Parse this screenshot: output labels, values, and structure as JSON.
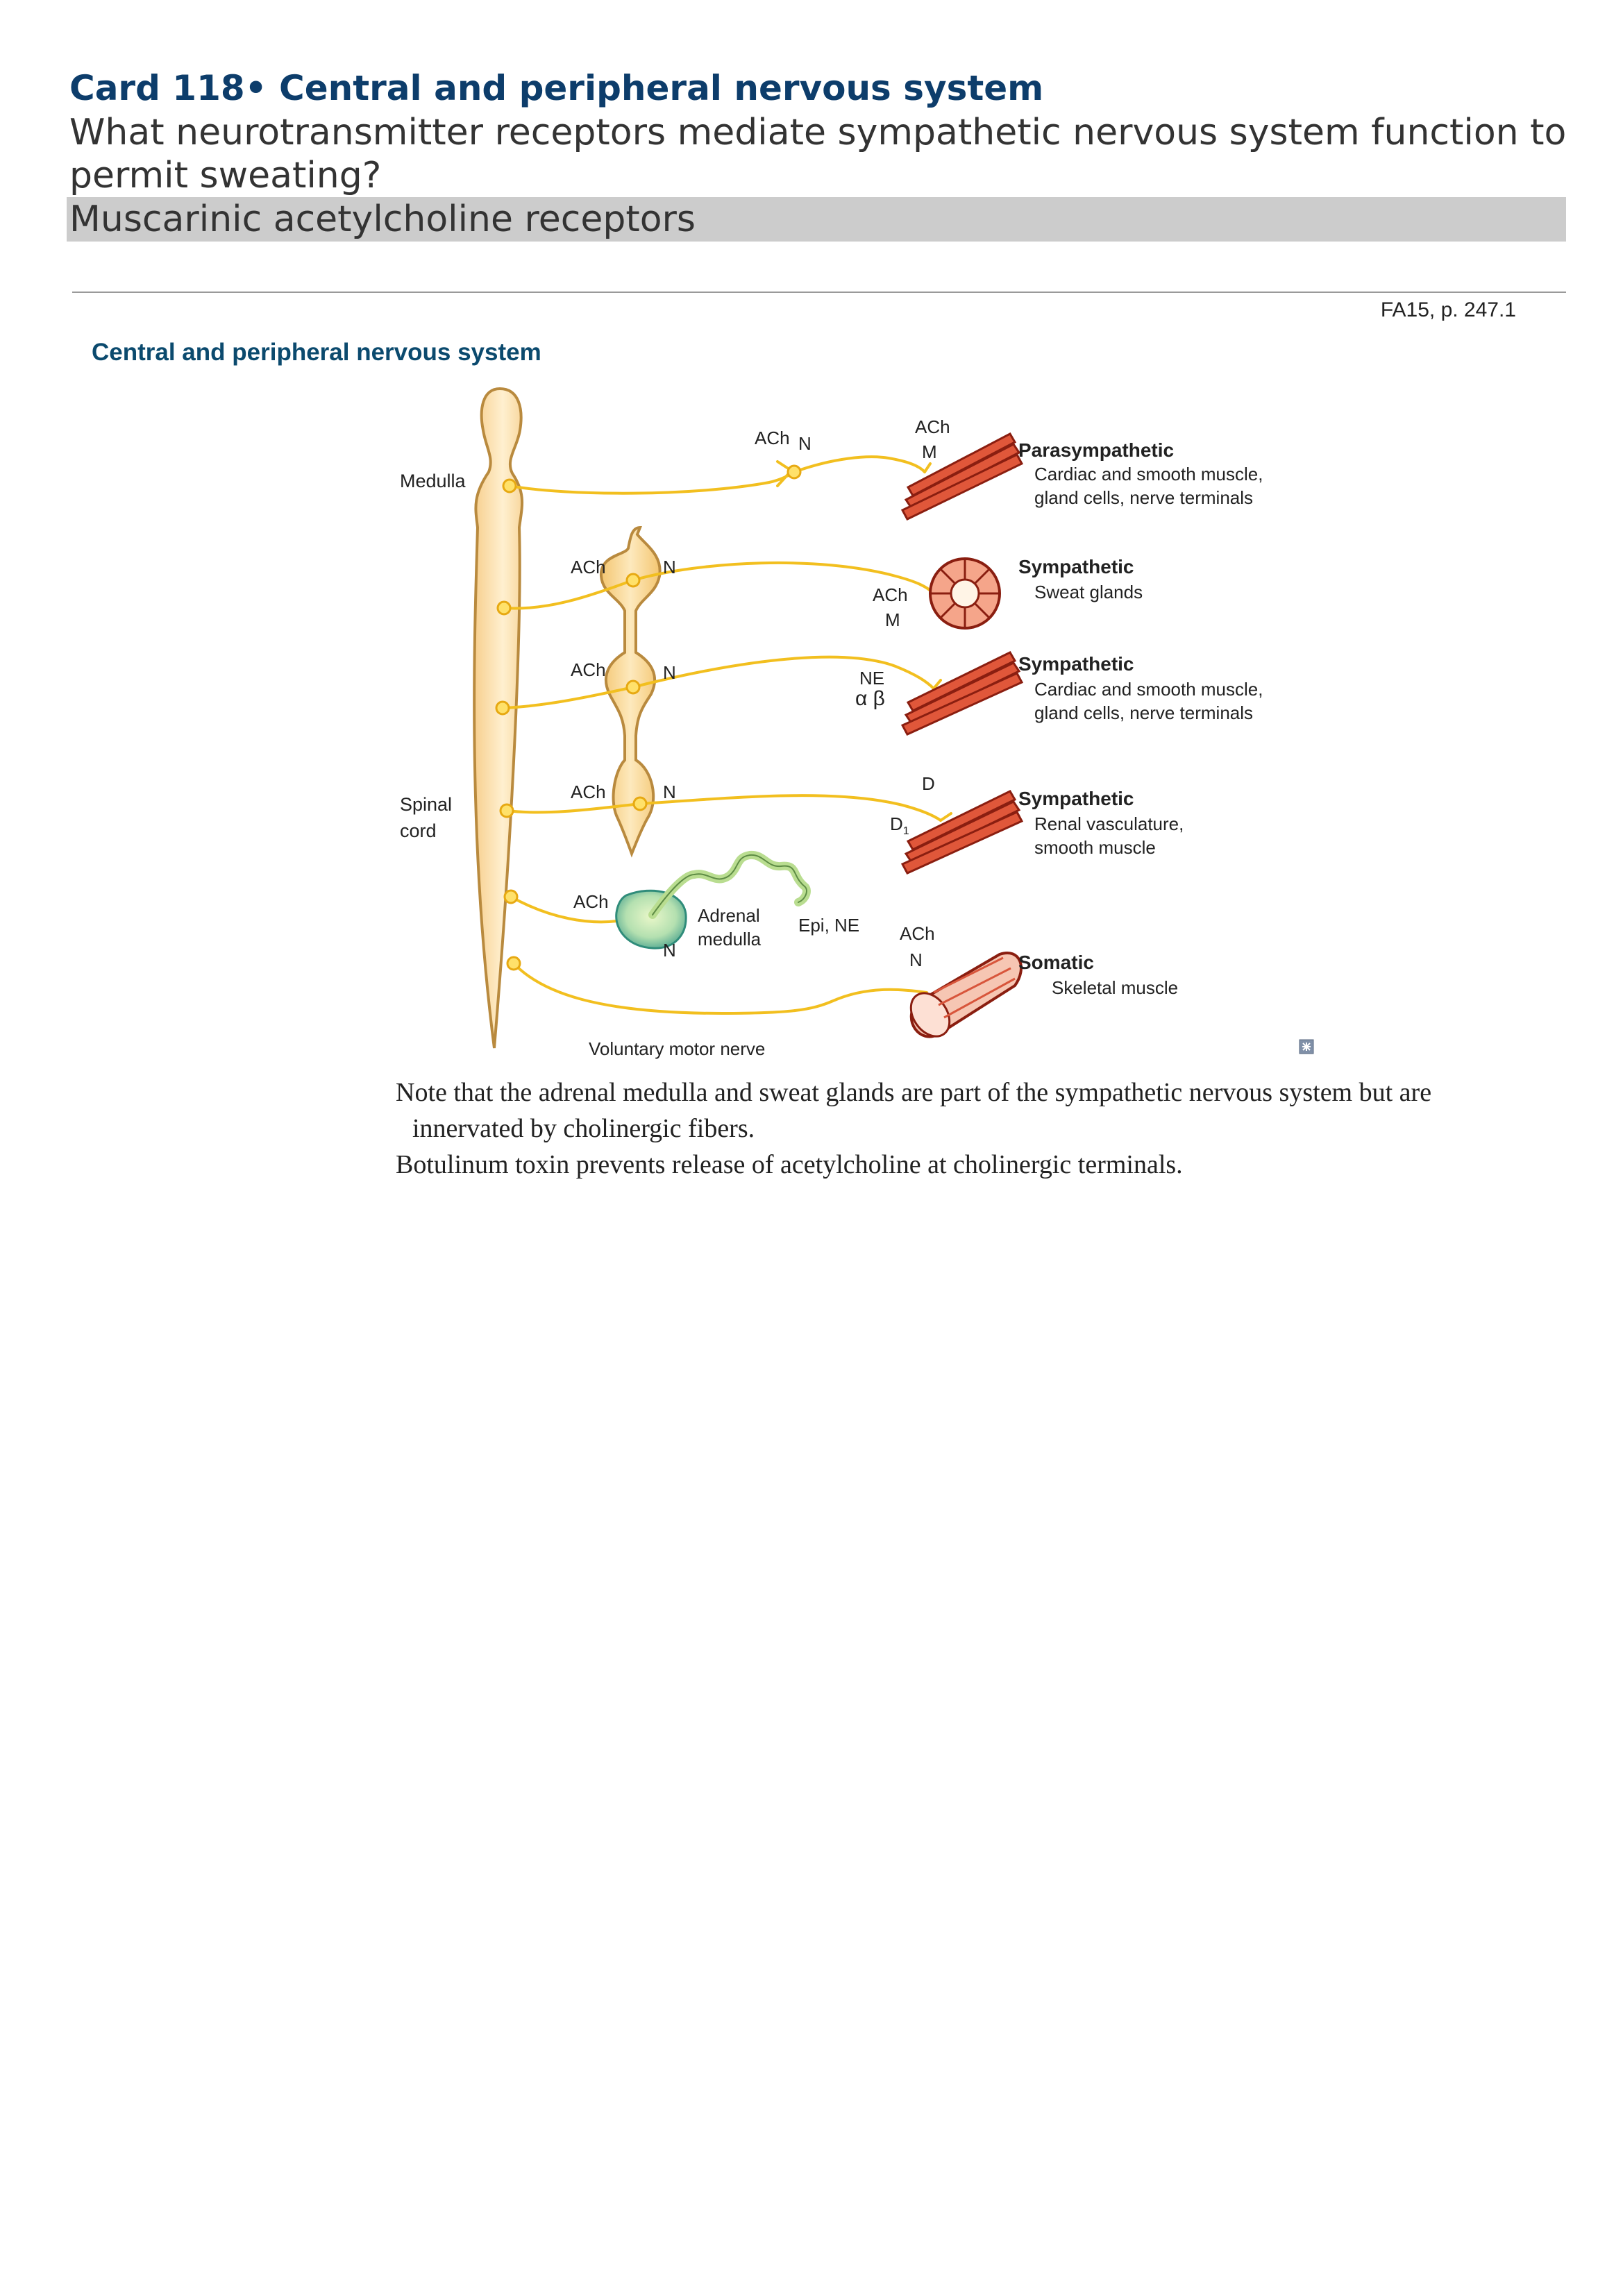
{
  "card": {
    "title": "Card 118• Central and peripheral nervous system",
    "question": "What neurotransmitter receptors mediate sympathetic nervous system function to permit sweating?",
    "answer": "Muscarinic acetylcholine receptors"
  },
  "reference": "FA15, p. 247.1",
  "section_title": "Central and peripheral nervous system",
  "diagram": {
    "cns_labels": {
      "medulla": "Medulla",
      "spinal_cord": "Spinal cord"
    },
    "pathways": [
      {
        "pre_nt": "ACh",
        "pre_receptor": "N",
        "post_nt": "ACh",
        "post_receptor": "M",
        "system": "Parasympathetic",
        "target": "Cardiac and smooth muscle, gland cells, nerve terminals"
      },
      {
        "pre_nt": "ACh",
        "pre_receptor": "N",
        "post_nt": "ACh",
        "post_receptor": "M",
        "system": "Sympathetic",
        "target": "Sweat glands"
      },
      {
        "pre_nt": "ACh",
        "pre_receptor": "N",
        "post_nt": "NE",
        "post_receptor": "α β",
        "system": "Sympathetic",
        "target": "Cardiac and smooth muscle, gland cells, nerve terminals"
      },
      {
        "pre_nt": "ACh",
        "pre_receptor": "N",
        "post_nt": "D",
        "post_receptor": "D1",
        "system": "Sympathetic",
        "target": "Renal vasculature, smooth muscle"
      },
      {
        "pre_nt": "ACh",
        "pre_receptor": "N",
        "organ": "Adrenal medulla",
        "output": "Epi, NE"
      },
      {
        "post_nt": "ACh",
        "post_receptor": "N",
        "system": "Somatic",
        "target": "Skeletal muscle",
        "nerve": "Voluntary motor nerve"
      }
    ]
  },
  "notes": [
    "Note that the adrenal medulla and sweat glands are part of the sympathetic nervous system but are innervated by cholinergic fibers.",
    "Botulinum toxin prevents release of acetylcholine at cholinergic terminals."
  ],
  "colors": {
    "title": "#0d3d6b",
    "answer_bg": "#cccccc",
    "section_title": "#0b4a6e",
    "nerve": "#f2bf1f",
    "cord_fill": "#fde6b8",
    "muscle": "#d9442a",
    "adrenal": "#8fd0b5"
  }
}
